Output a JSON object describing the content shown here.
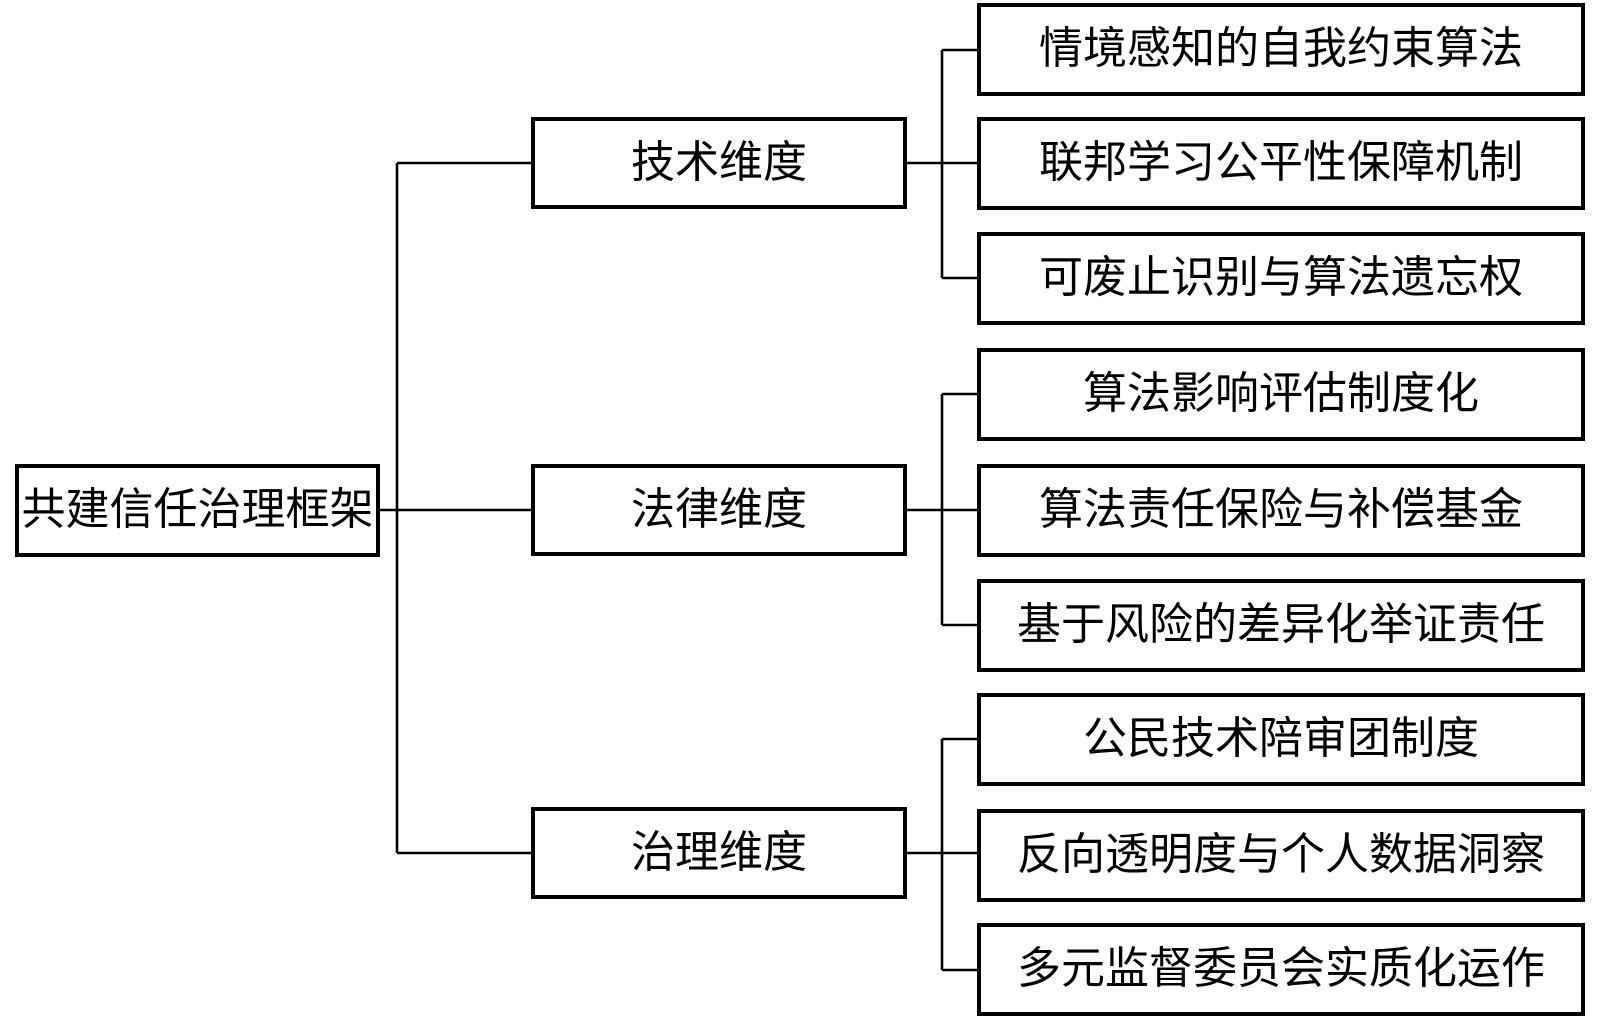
{
  "figure": {
    "background_color": "#ffffff",
    "box_fill_color": "#ffffff",
    "box_border_color": "#000000",
    "line_color": "#000000",
    "text_color": "#000000"
  },
  "tree": {
    "root": {
      "label": "共建信任治理框架"
    },
    "branches": [
      {
        "label": "技术维度",
        "children": [
          {
            "label": "情境感知的自我约束算法"
          },
          {
            "label": "联邦学习公平性保障机制"
          },
          {
            "label": "可废止识别与算法遗忘权"
          }
        ]
      },
      {
        "label": "法律维度",
        "children": [
          {
            "label": "算法影响评估制度化"
          },
          {
            "label": "算法责任保险与补偿基金"
          },
          {
            "label": "基于风险的差异化举证责任"
          }
        ]
      },
      {
        "label": "治理维度",
        "children": [
          {
            "label": "公民技术陪审团制度"
          },
          {
            "label": "反向透明度与个人数据洞察"
          },
          {
            "label": "多元监督委员会实质化运作"
          }
        ]
      }
    ]
  }
}
